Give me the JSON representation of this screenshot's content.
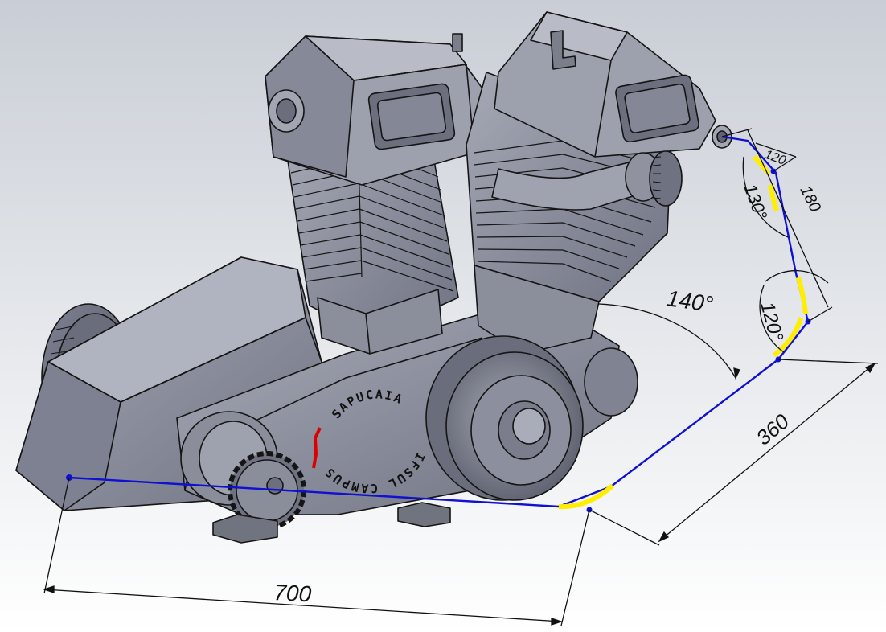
{
  "colors": {
    "background_top": "#c9ced6",
    "background_bottom": "#ffffff",
    "metal_light": "#9ea2af",
    "metal_mid": "#7c8090",
    "metal_dark": "#4f5260",
    "edge": "#151515",
    "pipe_path": "#1010d0",
    "bend_highlight": "#ffee00",
    "mark_red": "#dd0000",
    "dimension": "#111111"
  },
  "dimensions": {
    "length_700": "700",
    "length_360": "360",
    "length_180": "180",
    "length_120": "120",
    "angle_140": "140°",
    "angle_130": "130°",
    "angle_120": "120°"
  },
  "emboss": {
    "line1": "SAPUCAIA",
    "line2": "IFSUL CAMPUS"
  }
}
